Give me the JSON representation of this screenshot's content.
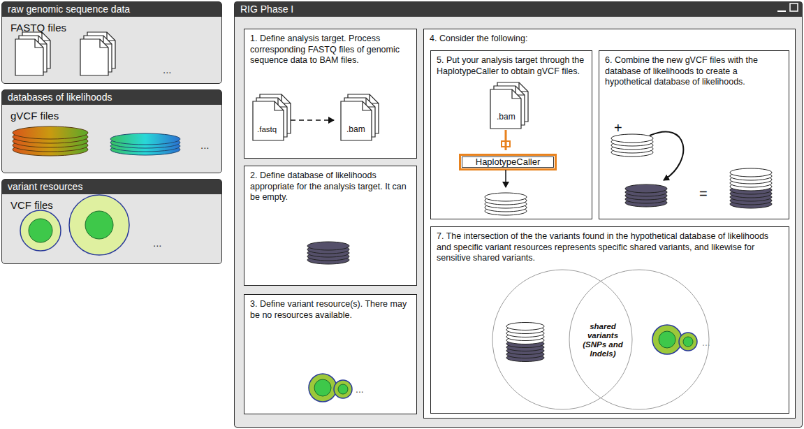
{
  "diagram": {
    "title": "RIG Phase I",
    "nodes": [
      {
        "text": [
          "raw genomic sequence data",
          "FASTQ files"
        ]
      },
      {
        "text": [
          "databases of likelihoods",
          "gVCF files"
        ]
      },
      {
        "text": [
          "variant resources",
          "VCF files"
        ]
      },
      {
        "text": [
          "RIG Phase I"
        ]
      },
      {
        "text": [
          "1. Define analysis target. Process corresponding FASTQ files of genomic sequence data to BAM files."
        ],
        "in": 3
      },
      {
        "text": [
          "2. Define database of likelihoods appropriate for the analysis target. It can be empty."
        ],
        "in": 3
      },
      {
        "text": [
          "3. Define variant resource(s). There may be no resources available."
        ],
        "in": 3
      },
      {
        "text": [
          "4. Consider the following:"
        ],
        "in": 3
      },
      {
        "text": [
          "5. Put your analysis target through the HaplotypeCaller to obtain gVCF files."
        ],
        "in": 7
      },
      {
        "text": [
          "6. Combine the new gVCF files with the database of likelihoods to create a hypothetical database of likelihoods."
        ],
        "in": 7
      },
      {
        "text": [
          "7. The intersection of the the variants found in the hypothetical database of likelihoods and specific variant resources represents specific shared variants, and likewise for sensitive shared variants."
        ],
        "in": 7
      },
      {
        "text": [
          "HaplotypeCaller"
        ],
        "in": 8
      }
    ],
    "labels": [
      "...",
      "...",
      "...",
      ".fastq",
      ".bam",
      ".bam",
      "+",
      "=",
      "...",
      "shared variants (SNPs and Indels)",
      "..."
    ]
  }
}
